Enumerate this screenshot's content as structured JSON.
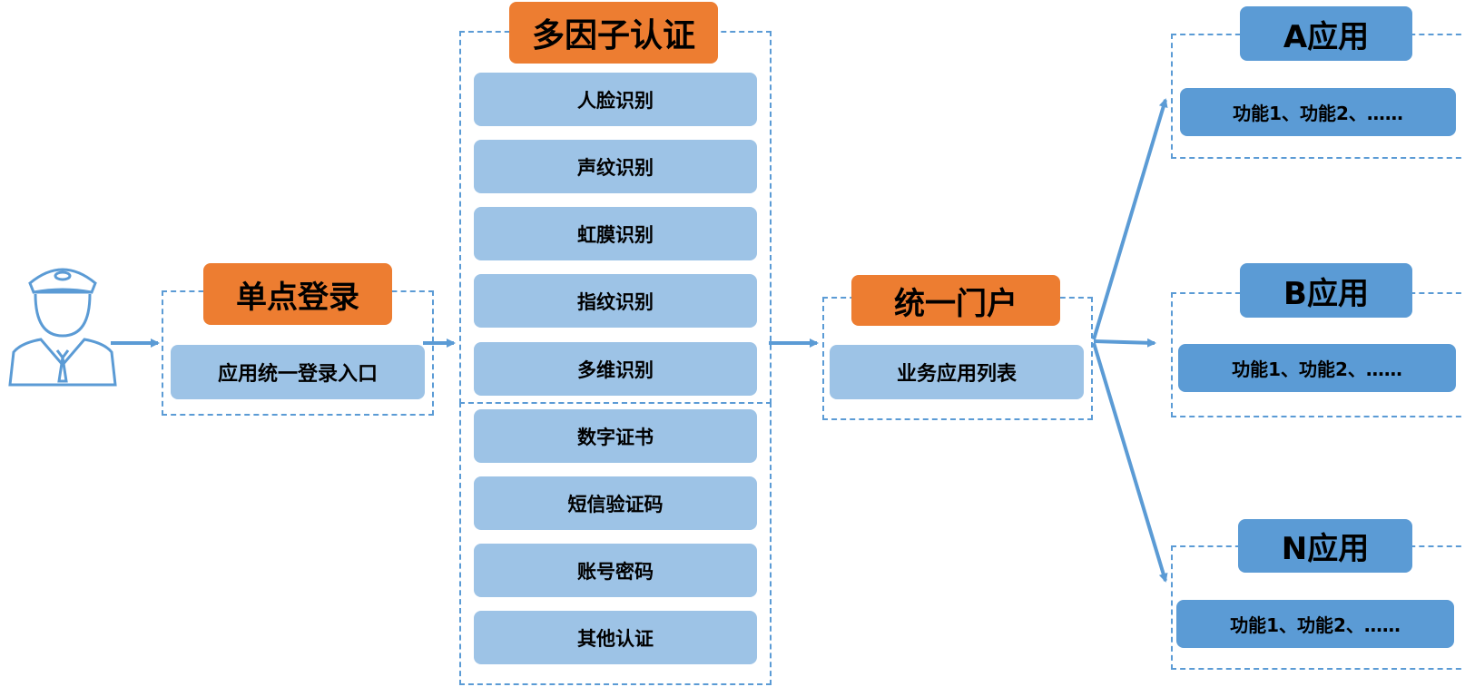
{
  "sso": {
    "title": "单点登录",
    "entry": "应用统一登录入口"
  },
  "mfa": {
    "title": "多因子认证",
    "methods": [
      "人脸识别",
      "声纹识别",
      "虹膜识别",
      "指纹识别",
      "多维识别",
      "数字证书",
      "短信验证码",
      "账号密码",
      "其他认证"
    ]
  },
  "portal": {
    "title": "统一门户",
    "list": "业务应用列表"
  },
  "apps": [
    {
      "title": "A应用",
      "functions": "功能1、功能2、……"
    },
    {
      "title": "B应用",
      "functions": "功能1、功能2、……"
    },
    {
      "title": "N应用",
      "functions": "功能1、功能2、……"
    }
  ],
  "colors": {
    "accent_orange": "#ed7d31",
    "box_blue": "#5b9bd5",
    "box_light_blue": "#9dc3e6",
    "line_blue": "#5b9bd5"
  },
  "icons": {
    "user": "officer-user-icon"
  }
}
